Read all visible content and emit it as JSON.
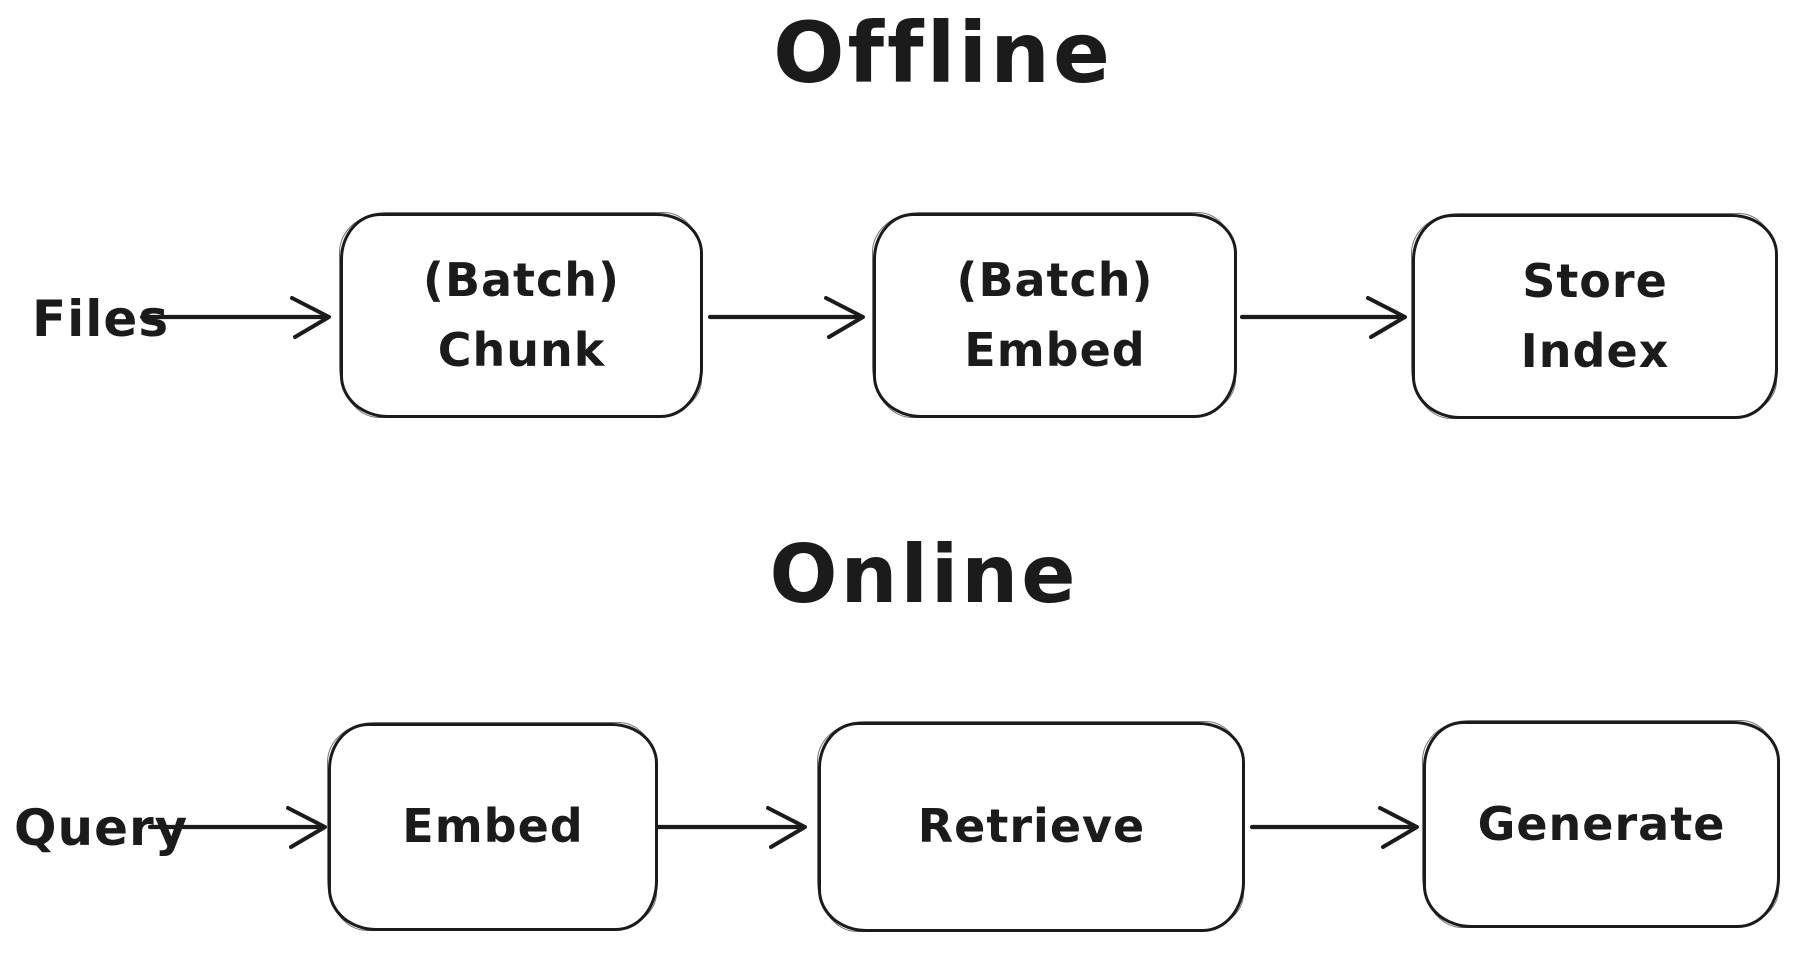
{
  "offline": {
    "title": "Offline",
    "source_label": "Files",
    "nodes": [
      {
        "line1": "(Batch)",
        "line2": "Chunk"
      },
      {
        "line1": "(Batch)",
        "line2": "Embed"
      },
      {
        "line1": "Store",
        "line2": "Index"
      }
    ]
  },
  "online": {
    "title": "Online",
    "source_label": "Query",
    "nodes": [
      {
        "line1": "Embed"
      },
      {
        "line1": "Retrieve"
      },
      {
        "line1": "Generate"
      }
    ]
  },
  "colors": {
    "stroke": "#1b1b1b",
    "background": "#ffffff"
  }
}
